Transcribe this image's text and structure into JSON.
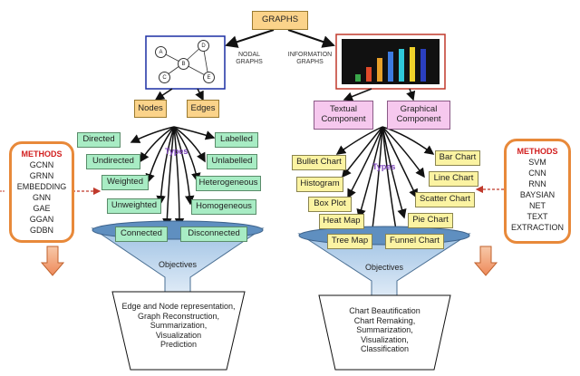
{
  "title": "GRAPHS",
  "left": {
    "branch_label": [
      "NODAL",
      "GRAPHS"
    ],
    "graph_nodes": [
      "A",
      "B",
      "C",
      "D",
      "E"
    ],
    "components": [
      "Nodes",
      "Edges"
    ],
    "types_label": "Types",
    "types": [
      "Directed",
      "Undirected",
      "Weighted",
      "Unweighted",
      "Connected",
      "Labelled",
      "Unlabelled",
      "Heterogeneous",
      "Homogeneous",
      "Disconnected"
    ],
    "objectives_label": "Objectives",
    "objectives": [
      "Edge and Node representation,",
      "Graph Reconstruction,",
      "Summarization,",
      "Visualization",
      "Prediction"
    ],
    "methods_title": "METHODS",
    "methods": [
      "GCNN",
      "GRNN",
      "EMBEDDING",
      "GNN",
      "GAE",
      "GGAN",
      "GDBN"
    ]
  },
  "right": {
    "branch_label": [
      "INFORMATION",
      "GRAPHS"
    ],
    "components": [
      [
        "Textual",
        "Component"
      ],
      [
        "Graphical",
        "Component"
      ]
    ],
    "types_label": "Types",
    "types": [
      "Bullet Chart",
      "Histogram",
      "Box Plot",
      "Heat Map",
      "Tree Map",
      "Bar Chart",
      "Line Chart",
      "Scatter Chart",
      "Pie Chart",
      "Funnel Chart"
    ],
    "objectives_label": "Objectives",
    "objectives": [
      "Chart Beautification",
      "Chart Remaking,",
      "Summarization,",
      "Visualization,",
      "Classification"
    ],
    "methods_title": "METHODS",
    "methods": [
      "SVM",
      "CNN",
      "RNN",
      "BAYSIAN",
      "NET",
      "TEXT",
      "EXTRACTION"
    ]
  },
  "colors": {
    "green": "#a8ecc4",
    "yellow": "#fbf3a2",
    "orange": "#fbd38a",
    "pink": "#f6c8ee",
    "funnel": "#b9d3ea",
    "methods_border": "#e8893a",
    "methods_title": "#d21f1f",
    "types": "#7b43b8"
  }
}
